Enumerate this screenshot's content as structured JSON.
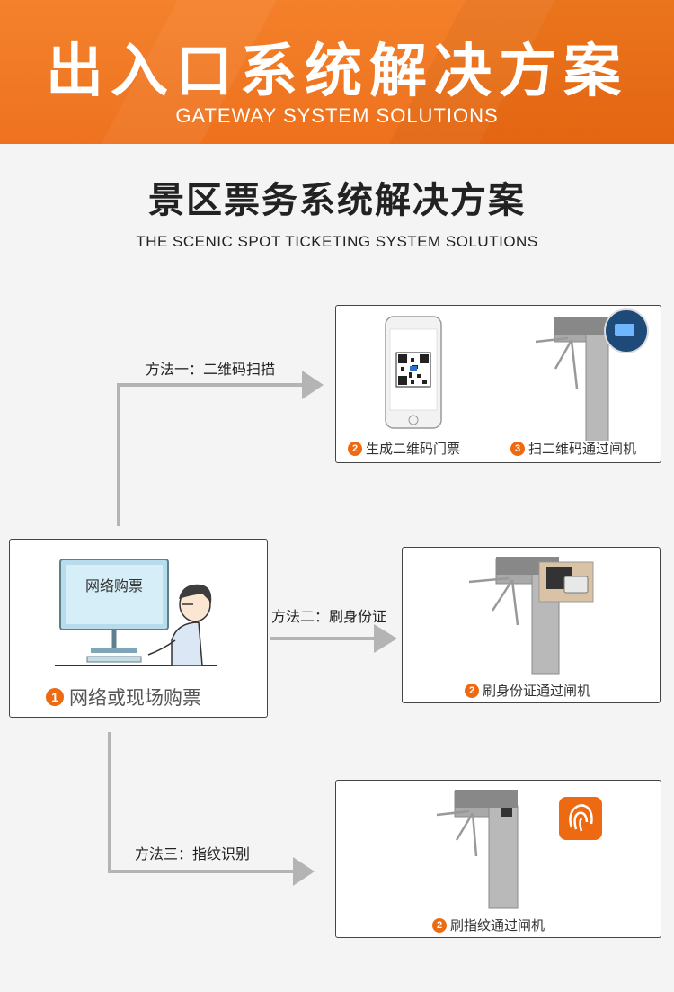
{
  "banner": {
    "title": "出入口系统解决方案",
    "subtitle": "GATEWAY SYSTEM SOLUTIONS"
  },
  "section": {
    "title": "景区票务系统解决方案",
    "subtitle": "THE SCENIC SPOT TICKETING SYSTEM SOLUTIONS"
  },
  "start": {
    "monitor_text": "网络购票",
    "step_number": "1",
    "caption": "网络或现场购票"
  },
  "methods": [
    {
      "label": "方法一：二维码扫描"
    },
    {
      "label": "方法二：刷身份证"
    },
    {
      "label": "方法三：指纹识别"
    }
  ],
  "qr_box": {
    "phone_caption": "生成二维码门票",
    "phone_step": "2",
    "gate_caption": "扫二维码通过闸机",
    "gate_step": "3"
  },
  "id_box": {
    "caption": "刷身份证通过闸机",
    "step": "2"
  },
  "fp_box": {
    "caption": "刷指纹通过闸机",
    "step": "2"
  },
  "colors": {
    "accent": "#ee6a12",
    "arrow": "#b4b4b4",
    "steel": "#a9a9a9"
  }
}
